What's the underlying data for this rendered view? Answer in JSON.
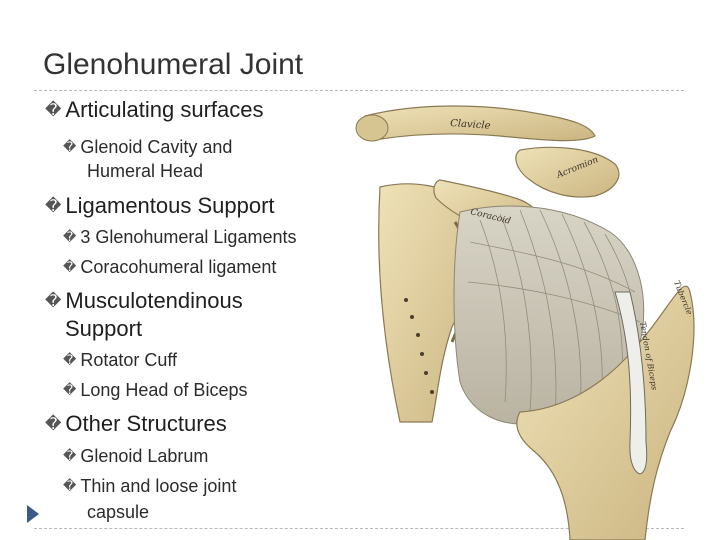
{
  "slide": {
    "title": "Glenohumeral Joint",
    "bullet_glyph": "�",
    "sections": [
      {
        "heading": "Articulating surfaces",
        "subitems": [
          {
            "line1": "Glenoid Cavity and",
            "line2": "Humeral Head"
          }
        ]
      },
      {
        "heading": "Ligamentous Support",
        "subitems": [
          {
            "line1": "3 Glenohumeral Ligaments"
          },
          {
            "line1": "Coracohumeral ligament"
          }
        ]
      },
      {
        "heading_line1": "Musculotendinous",
        "heading_line2": "Support",
        "subitems": [
          {
            "line1": "Rotator Cuff"
          },
          {
            "line1": "Long Head of Biceps"
          }
        ]
      },
      {
        "heading": "Other Structures",
        "subitems": [
          {
            "line1": "Glenoid Labrum"
          },
          {
            "line1": "Thin and loose joint",
            "line2": "capsule"
          }
        ]
      }
    ]
  },
  "illustration": {
    "labels": {
      "clavicle": "Clavicle",
      "acromion": "Acromion",
      "coracoid": "Coracoid",
      "tendon_biceps": "Tendon of Biceps",
      "tubercle": "Tubercle"
    }
  },
  "colors": {
    "bone": "#e6d6a6",
    "bone_shadow": "#a8956a",
    "ligament": "#c7c2b4",
    "ink": "#3a3226"
  }
}
